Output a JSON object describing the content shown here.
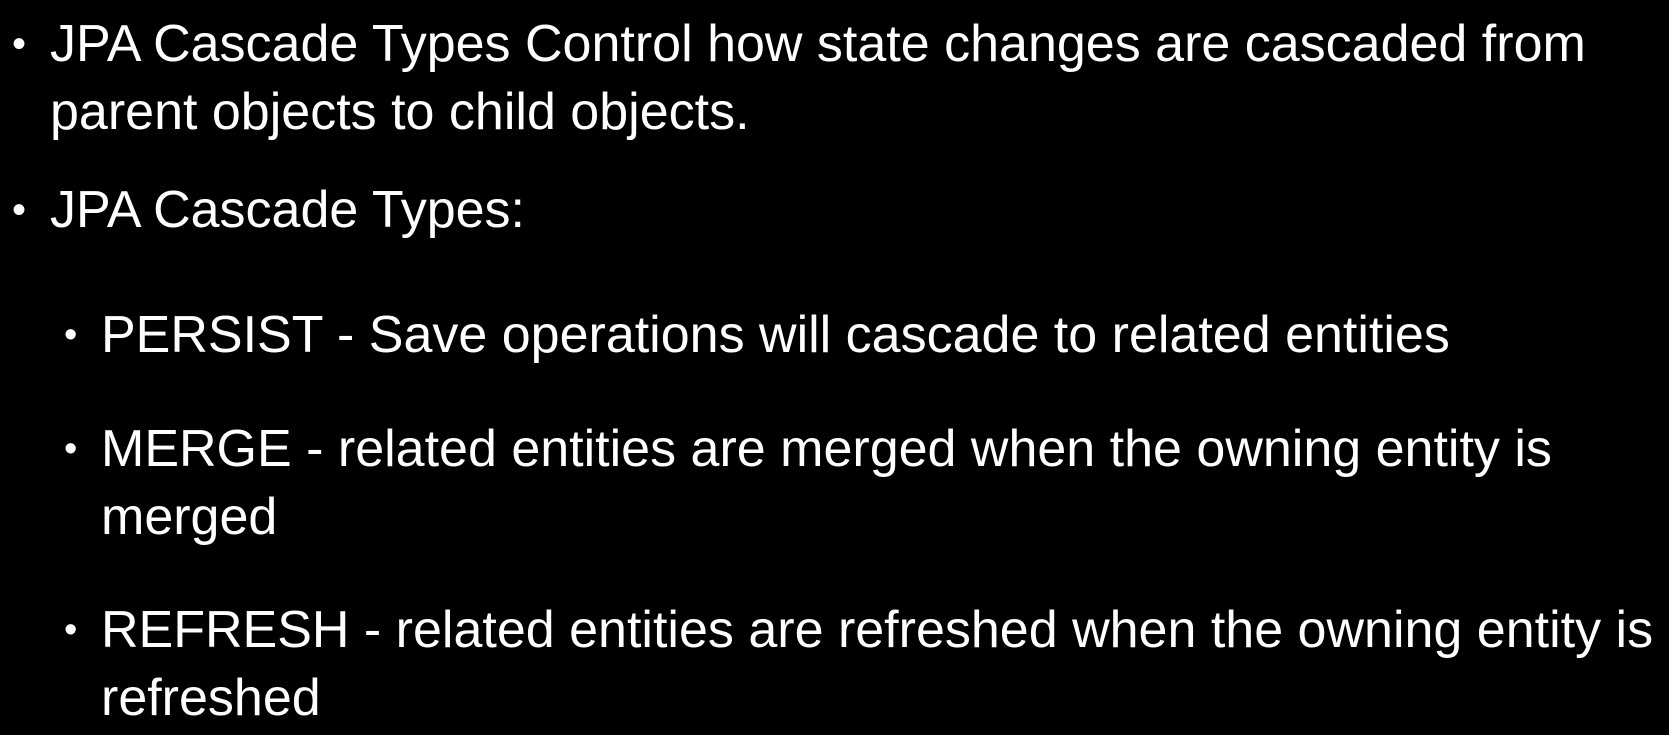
{
  "slide": {
    "bullets": [
      {
        "text": "JPA Cascade Types Control how state changes are cascaded from parent objects to child objects.",
        "level": 1
      },
      {
        "text": "JPA Cascade Types:",
        "level": 1
      },
      {
        "text": "PERSIST - Save operations will cascade to related entities",
        "level": 2
      },
      {
        "text": "MERGE - related entities are merged when the owning entity is merged",
        "level": 2
      },
      {
        "text": "REFRESH - related entities are refreshed when the owning entity is refreshed",
        "level": 2
      }
    ],
    "bullet_glyph": "•",
    "colors": {
      "background": "#000000",
      "text": "#ffffff"
    }
  }
}
